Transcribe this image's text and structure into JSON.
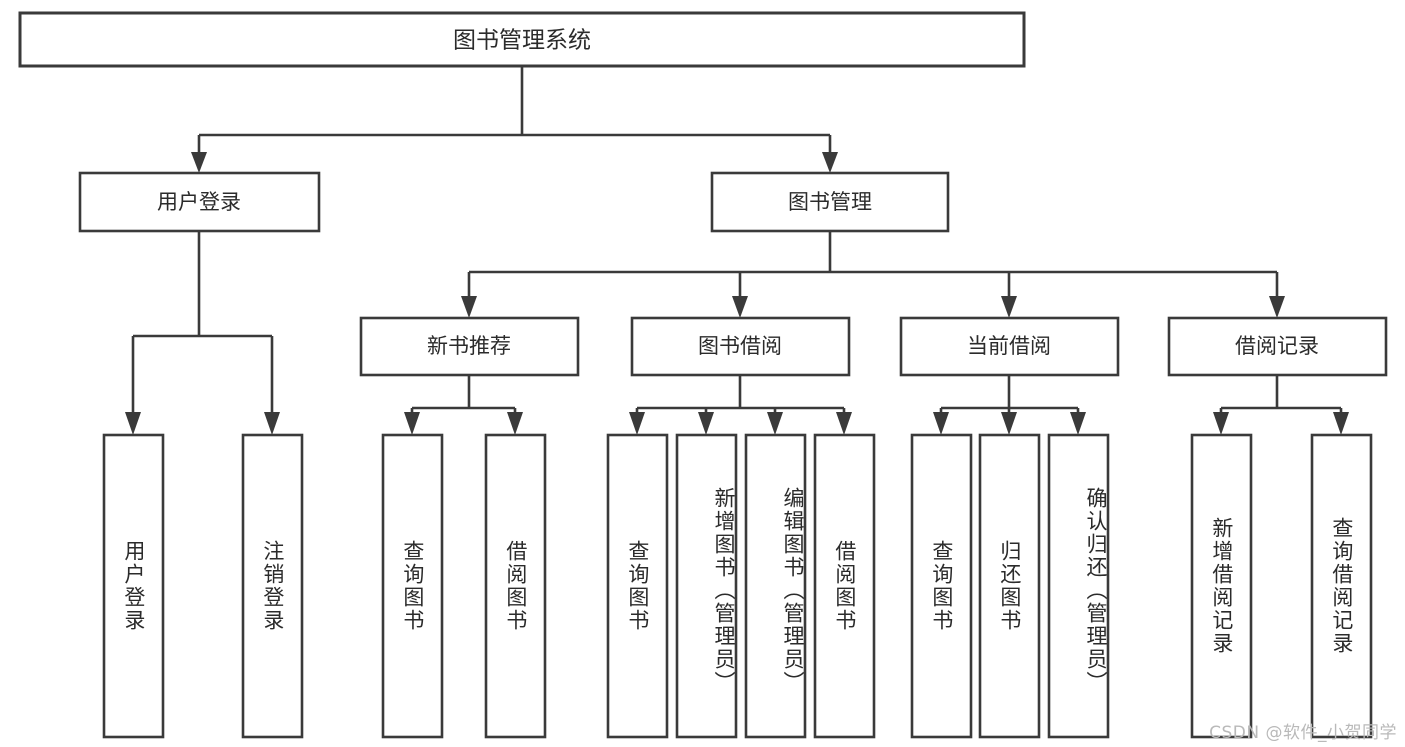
{
  "diagram": {
    "type": "tree-hierarchy",
    "title": "图书管理系统",
    "orientation": "top-down",
    "colors": {
      "background": "#ffffff",
      "box_fill": "#ffffff",
      "box_stroke": "#3a3a3a",
      "text": "#2b2b2b",
      "watermark": "#b9b9b9"
    }
  },
  "root": {
    "label": "图书管理系统"
  },
  "level2": [
    {
      "label": "用户登录"
    },
    {
      "label": "图书管理"
    }
  ],
  "level3": [
    {
      "label": "新书推荐"
    },
    {
      "label": "图书借阅"
    },
    {
      "label": "当前借阅"
    },
    {
      "label": "借阅记录"
    }
  ],
  "leaves": {
    "user_login": [
      {
        "label": "用户登录"
      },
      {
        "label": "注销登录"
      }
    ],
    "new_book_recommend": [
      {
        "label": "查询图书"
      },
      {
        "label": "借阅图书"
      }
    ],
    "book_borrow": [
      {
        "label": "查询图书"
      },
      {
        "label": "新增图书（管理员）"
      },
      {
        "label": "编辑图书（管理员）"
      },
      {
        "label": "借阅图书"
      }
    ],
    "current_borrow": [
      {
        "label": "查询图书"
      },
      {
        "label": "归还图书"
      },
      {
        "label": "确认归还（管理员）"
      }
    ],
    "borrow_record": [
      {
        "label": "新增借阅记录"
      },
      {
        "label": "查询借阅记录"
      }
    ]
  },
  "watermark": {
    "text": "CSDN @软件_小贺同学"
  }
}
